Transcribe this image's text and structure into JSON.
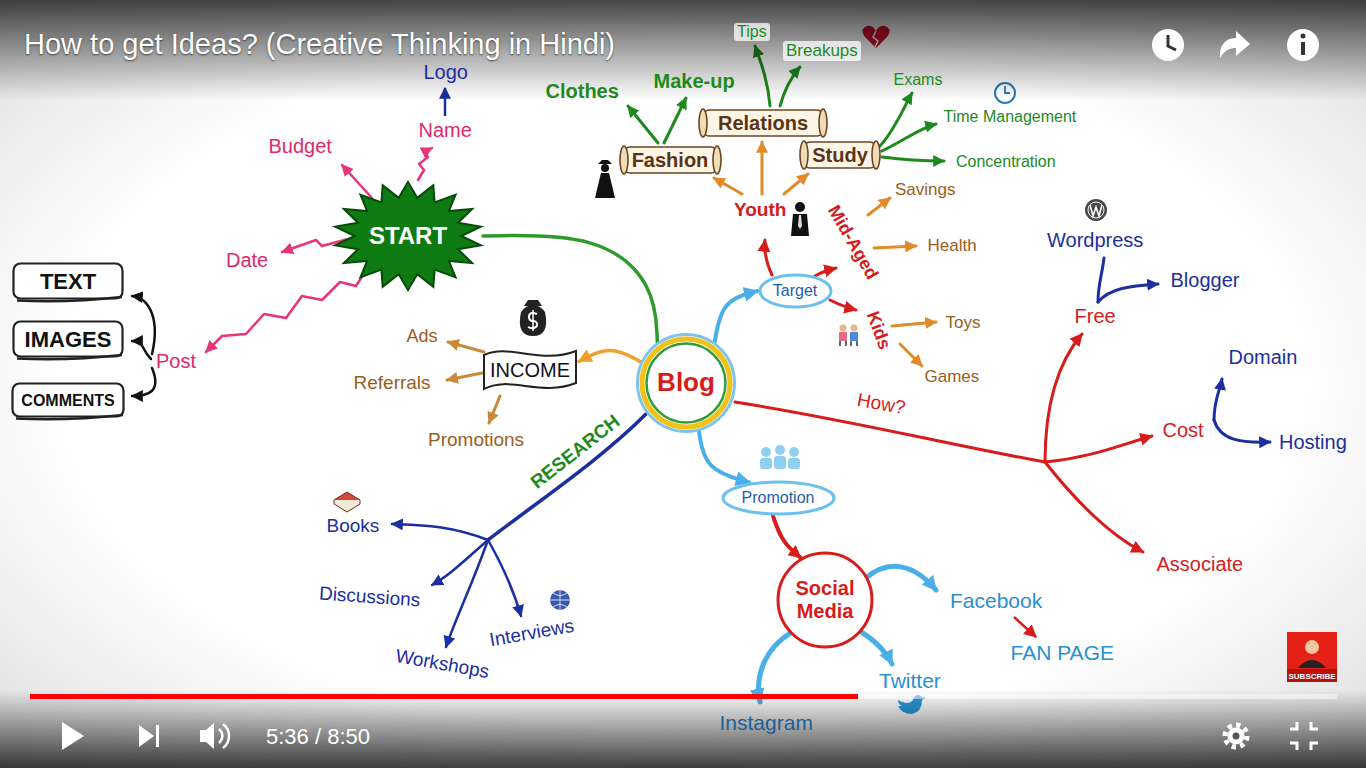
{
  "diagram": {
    "title": "How to get Ideas? (Creative Thinking in Hindi)",
    "nodes": [
      {
        "text": [
          "Relations"
        ]
      },
      {
        "text": [
          "Fashion"
        ]
      },
      {
        "text": [
          "Study"
        ]
      },
      {
        "text": [
          "START"
        ]
      },
      {
        "text": [
          "TEXT"
        ]
      },
      {
        "text": [
          "Target"
        ]
      },
      {
        "text": [
          "IMAGES"
        ]
      },
      {
        "text": [
          "INCOME"
        ]
      },
      {
        "text": [
          "Blog"
        ]
      },
      {
        "text": [
          "COMMENTS"
        ]
      },
      {
        "text": [
          "Promotion"
        ]
      },
      {
        "text": [
          "Social Media"
        ]
      }
    ],
    "edges": [
      {
        "from": 8,
        "to": 3,
        "arrow": "none"
      },
      {
        "from": 8,
        "to": 7,
        "arrow": "to"
      },
      {
        "from": 8,
        "to": 5,
        "arrow": "to"
      },
      {
        "from": 8,
        "to": 10,
        "arrow": "to"
      },
      {
        "from": 10,
        "to": 11,
        "arrow": "to"
      }
    ],
    "labels": [
      "Logo",
      "Tips",
      "Breakups",
      "Clothes",
      "Make-up",
      "Exams",
      "Time Management",
      "Concentration",
      "Budget",
      "Name",
      "Youth",
      "Mid-Aged",
      "Savings",
      "Date",
      "Health",
      "Wordpress",
      "Blogger",
      "Free",
      "Kids",
      "Toys",
      "Ads",
      "Post",
      "Referrals",
      "Games",
      "How?",
      "Domain",
      "Cost",
      "Hosting",
      "Promotions",
      "RESEARCH",
      "Books",
      "Associate",
      "Discussions",
      "Facebook",
      "FAN PAGE",
      "Interviews",
      "Workshops",
      "Twitter",
      "Instagram",
      "SUBSCRIBE",
      "5:36 / 8:50"
    ]
  }
}
